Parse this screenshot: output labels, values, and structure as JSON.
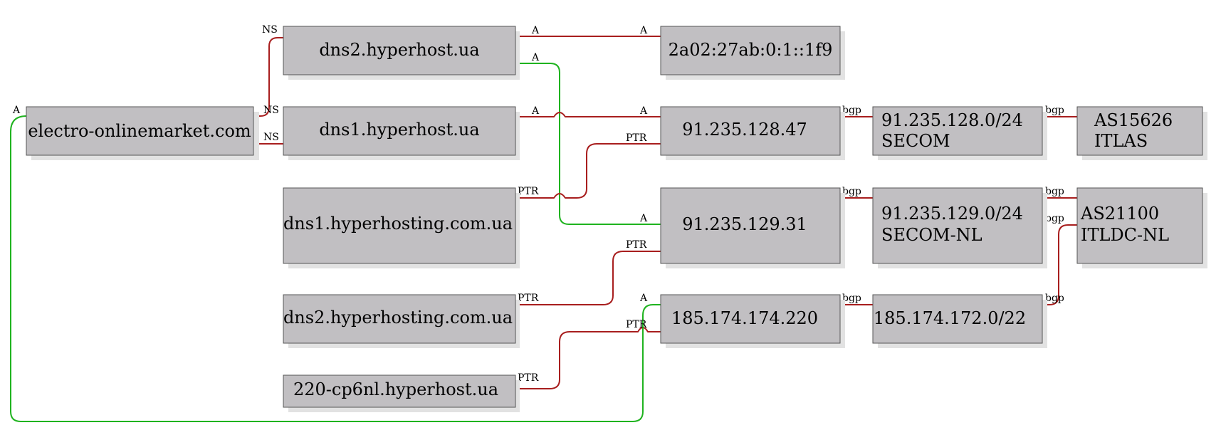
{
  "nodes": {
    "dns2_hyperhost": "dns2.hyperhost.ua",
    "ipv6": "2a02:27ab:0:1::1f9",
    "domain": "electro-onlinemarket.com",
    "dns1_hyperhost": "dns1.hyperhost.ua",
    "ip_128_47": "91.235.128.47",
    "net_128_l1": "91.235.128.0/24",
    "net_128_l2": "SECOM",
    "as_15626_l1": "AS15626",
    "as_15626_l2": "ITLAS",
    "dns1_hyperhosting": "dns1.hyperhosting.com.ua",
    "ip_129_31": "91.235.129.31",
    "net_129_l1": "91.235.129.0/24",
    "net_129_l2": "SECOM-NL",
    "as_21100_l1": "AS21100",
    "as_21100_l2": "ITLDC-NL",
    "dns2_hyperhosting": "dns2.hyperhosting.com.ua",
    "ip_185": "185.174.174.220",
    "net_185": "185.174.172.0/22",
    "cp6nl": "220-cp6nl.hyperhost.ua"
  },
  "labels": {
    "ns": "NS",
    "a": "A",
    "ptr": "PTR",
    "bgp": "bgp"
  },
  "colors": {
    "edge_red": "#a81e1e",
    "edge_green": "#1fb31f",
    "node_fill": "#c1bfc2"
  }
}
